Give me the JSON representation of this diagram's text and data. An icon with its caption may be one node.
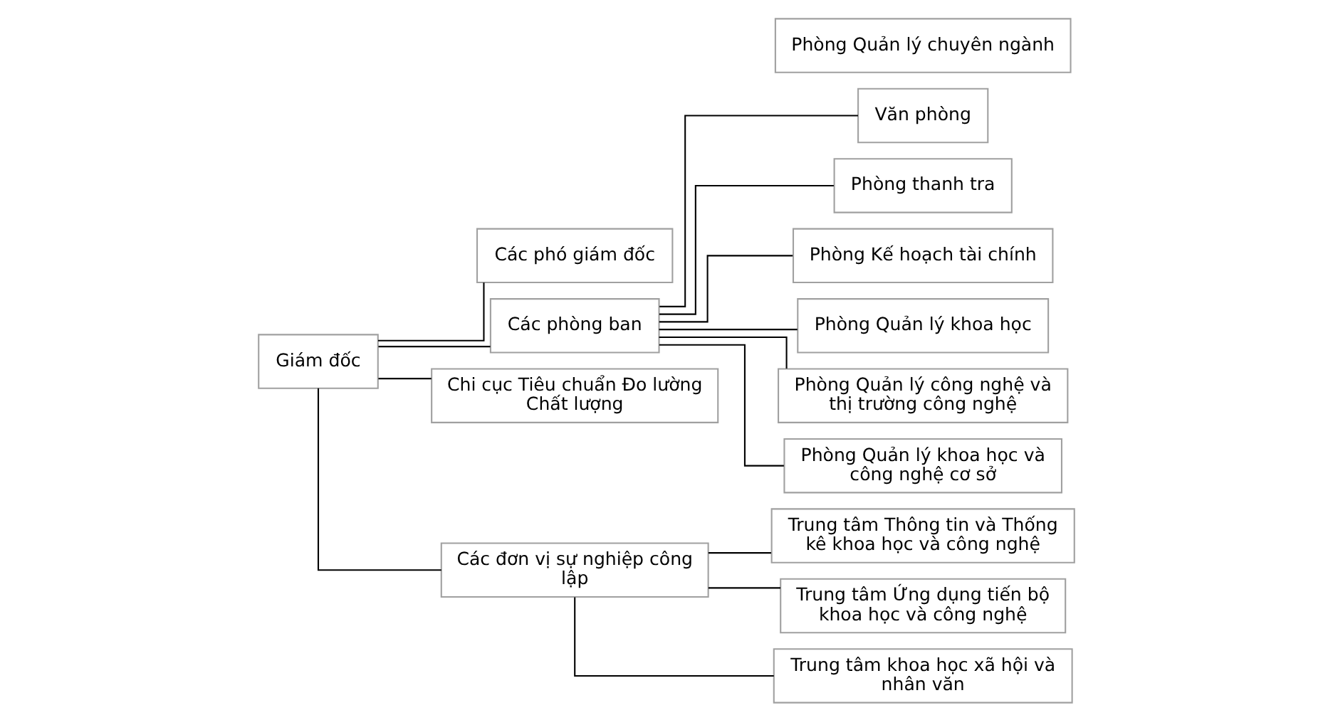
{
  "diagram": {
    "nodes": [
      {
        "text": [
          "Giám đốc"
        ]
      },
      {
        "text": [
          "Các phó giám đốc"
        ]
      },
      {
        "text": [
          "Các phòng ban"
        ]
      },
      {
        "text": [
          "Chi cục Tiêu chuẩn Đo lường Chất lượng"
        ]
      },
      {
        "text": [
          "Các đơn vị sự nghiệp công lập"
        ]
      },
      {
        "text": [
          "Văn phòng"
        ]
      },
      {
        "text": [
          "Phòng thanh tra"
        ]
      },
      {
        "text": [
          "Phòng Kế hoạch tài chính"
        ]
      },
      {
        "text": [
          "Phòng Quản lý khoa học"
        ]
      },
      {
        "text": [
          "Phòng Quản lý công nghệ và thị trường công nghệ"
        ]
      },
      {
        "text": [
          "Phòng Quản lý khoa học và công nghệ cơ sở"
        ]
      },
      {
        "text": [
          "Phòng Quản lý chuyên ngành"
        ]
      },
      {
        "text": [
          "Trung tâm Thông tin và Thống kê khoa học và công nghệ"
        ]
      },
      {
        "text": [
          "Trung tâm Ứng dụng tiến bộ khoa học và công nghệ"
        ]
      },
      {
        "text": [
          "Trung tâm khoa học xã hội và nhân văn"
        ]
      }
    ],
    "edges": [
      {
        "from": 0,
        "to": 1,
        "arrow": "none"
      },
      {
        "from": 0,
        "to": 2,
        "arrow": "none"
      },
      {
        "from": 0,
        "to": 3,
        "arrow": "none"
      },
      {
        "from": 0,
        "to": 4,
        "arrow": "none"
      },
      {
        "from": 2,
        "to": 5,
        "arrow": "none"
      },
      {
        "from": 2,
        "to": 6,
        "arrow": "none"
      },
      {
        "from": 2,
        "to": 7,
        "arrow": "none"
      },
      {
        "from": 2,
        "to": 8,
        "arrow": "none"
      },
      {
        "from": 2,
        "to": 9,
        "arrow": "none"
      },
      {
        "from": 2,
        "to": 10,
        "arrow": "none"
      },
      {
        "from": 4,
        "to": 12,
        "arrow": "none"
      },
      {
        "from": 4,
        "to": 13,
        "arrow": "none"
      },
      {
        "from": 4,
        "to": 14,
        "arrow": "none"
      }
    ]
  }
}
